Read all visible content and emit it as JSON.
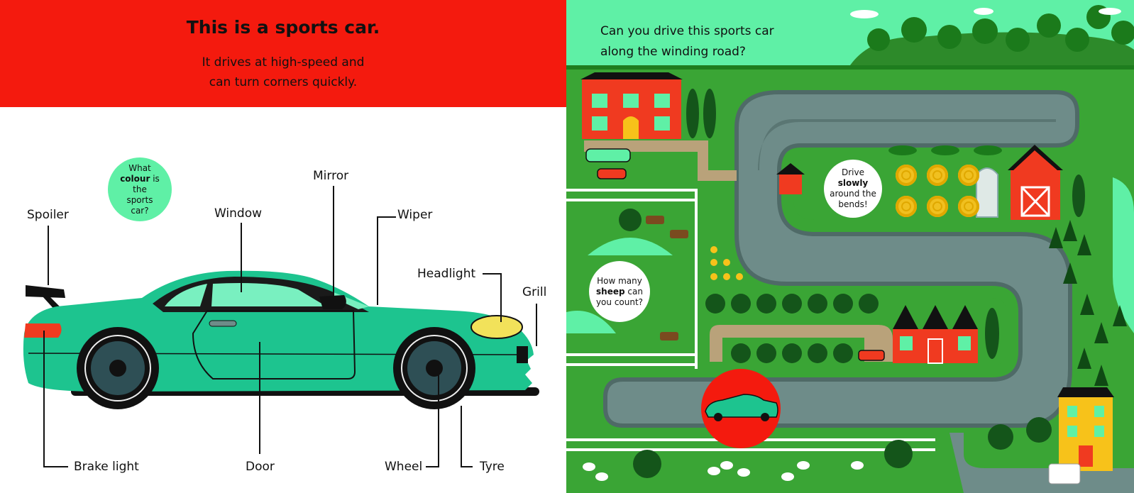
{
  "left_page": {
    "title": "This is a sports car.",
    "subtitle_lines": [
      "It drives at high-speed and",
      "can turn corners quickly."
    ],
    "question": {
      "pre": "What",
      "bold": "colour",
      "mid": "is",
      "post": "the sports car?"
    },
    "labels": {
      "spoiler": "Spoiler",
      "window": "Window",
      "mirror": "Mirror",
      "wiper": "Wiper",
      "headlight": "Headlight",
      "grill": "Grill",
      "brake_light": "Brake light",
      "door": "Door",
      "wheel": "Wheel",
      "tyre": "Tyre"
    },
    "colors": {
      "band": "#f41a0e",
      "car_body": "#1dc48f",
      "bubble": "#5ff0a6"
    }
  },
  "right_page": {
    "prompt_lines": [
      "Can you drive this sports car",
      "along the winding road?"
    ],
    "bubble_drive": {
      "pre": "Drive",
      "bold": "slowly",
      "post": "around the bends!"
    },
    "bubble_sheep": {
      "pre": "How many",
      "bold": "sheep",
      "post": "can you count?"
    },
    "colors": {
      "sky": "#5ff0a6",
      "grass": "#3aa535",
      "road": "#6e8c89"
    }
  }
}
